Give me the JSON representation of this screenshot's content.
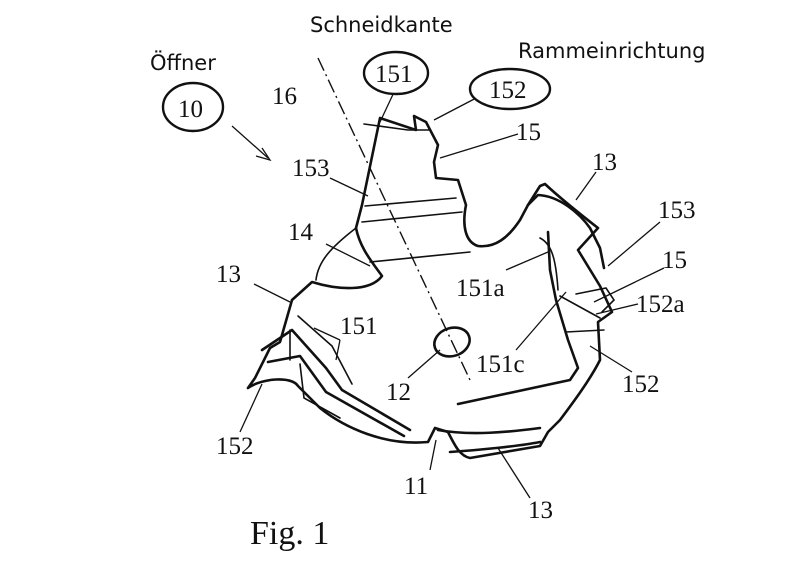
{
  "figure": {
    "caption": "Fig. 1",
    "annotations": {
      "cutting_edge": "Schneidkante",
      "ramming_device": "Rammeinrichtung",
      "opener": "Öffner"
    },
    "circled_refs": {
      "opener_ref": "10",
      "cutting_edge_ref": "151",
      "ramming_ref": "152"
    },
    "refs": {
      "r16": "16",
      "r15_top": "15",
      "r153_left": "153",
      "r13_top_right": "13",
      "r153_right": "153",
      "r14": "14",
      "r15_right": "15",
      "r13_left": "13",
      "r151a": "151a",
      "r152a": "152a",
      "r151_left": "151",
      "r151c": "151c",
      "r12": "12",
      "r152_right": "152",
      "r11": "11",
      "r152_left": "152",
      "r13_bottom": "13"
    }
  }
}
